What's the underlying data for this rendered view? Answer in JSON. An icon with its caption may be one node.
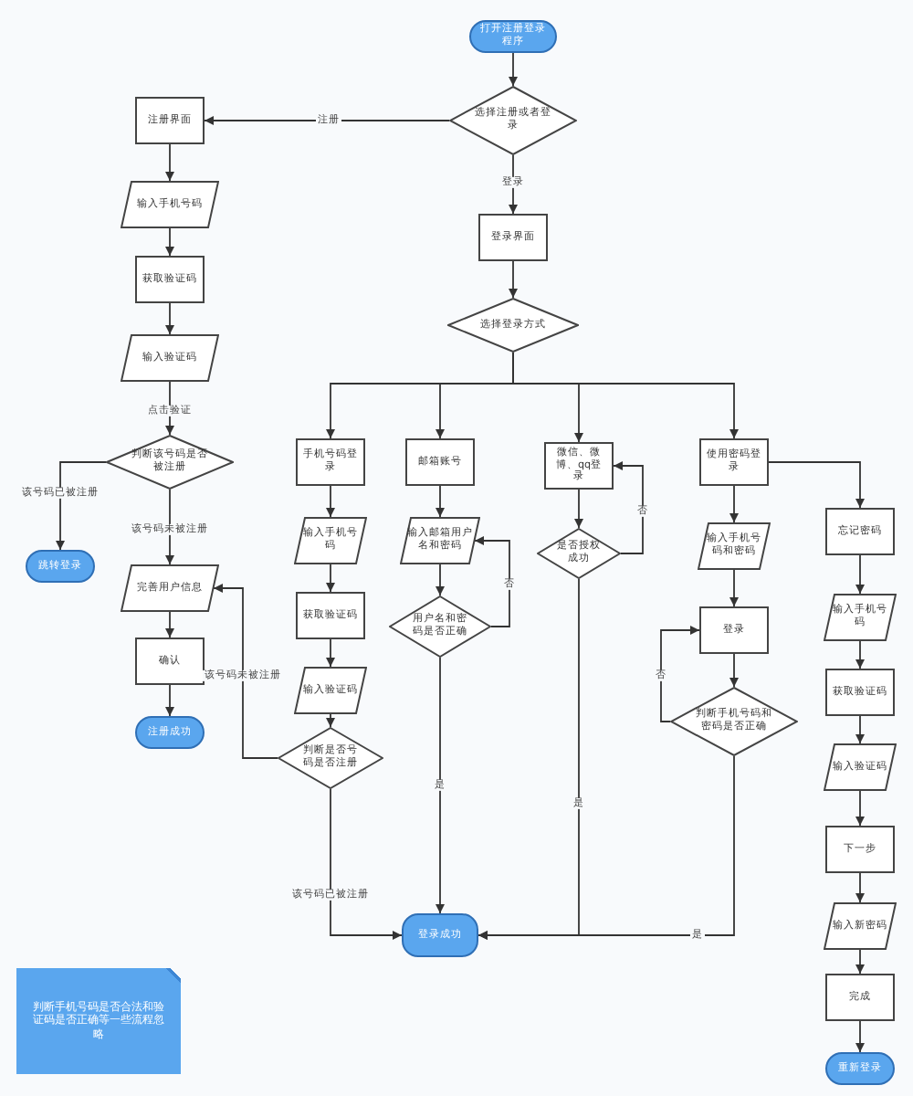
{
  "diagram": {
    "nodes": [
      {
        "text": [
          "打开注册登录程序"
        ]
      },
      {
        "text": [
          "选择注册或者登录"
        ]
      },
      {
        "text": [
          "注册界面"
        ]
      },
      {
        "text": [
          "输入手机号码"
        ]
      },
      {
        "text": [
          "获取验证码"
        ]
      },
      {
        "text": [
          "输入验证码"
        ]
      },
      {
        "text": [
          "判断该号码是否被注册"
        ]
      },
      {
        "text": [
          "跳转登录"
        ]
      },
      {
        "text": [
          "完善用户信息"
        ]
      },
      {
        "text": [
          "确认"
        ]
      },
      {
        "text": [
          "注册成功"
        ]
      },
      {
        "text": [
          "登录界面"
        ]
      },
      {
        "text": [
          "选择登录方式"
        ]
      },
      {
        "text": [
          "手机号码登录"
        ]
      },
      {
        "text": [
          "输入手机号码"
        ]
      },
      {
        "text": [
          "获取验证码"
        ]
      },
      {
        "text": [
          "输入验证码"
        ]
      },
      {
        "text": [
          "判断是否号码是否注册"
        ]
      },
      {
        "text": [
          "邮箱账号"
        ]
      },
      {
        "text": [
          "输入邮箱用户名和密码"
        ]
      },
      {
        "text": [
          "用户名和密码是否正确"
        ]
      },
      {
        "text": [
          "微信、微博、qq登录"
        ]
      },
      {
        "text": [
          "是否授权成功"
        ]
      },
      {
        "text": [
          "使用密码登录"
        ]
      },
      {
        "text": [
          "输入手机号码和密码"
        ]
      },
      {
        "text": [
          "登录"
        ]
      },
      {
        "text": [
          "判断手机号码和密码是否正确"
        ]
      },
      {
        "text": [
          "忘记密码"
        ]
      },
      {
        "text": [
          "输入手机号码"
        ]
      },
      {
        "text": [
          "获取验证码"
        ]
      },
      {
        "text": [
          "输入验证码"
        ]
      },
      {
        "text": [
          "下一步"
        ]
      },
      {
        "text": [
          "输入新密码"
        ]
      },
      {
        "text": [
          "完成"
        ]
      },
      {
        "text": [
          "重新登录"
        ]
      },
      {
        "text": [
          "登录成功"
        ]
      },
      {
        "text": [
          "判断手机号码是否合法和验证码是否正确等一些流程忽略"
        ]
      }
    ],
    "edges": [
      {
        "from": 0,
        "to": 1,
        "arrow": "to"
      },
      {
        "from": 1,
        "to": 2,
        "arrow": "to",
        "label": "注册"
      },
      {
        "from": 1,
        "to": 11,
        "arrow": "to",
        "label": "登录"
      },
      {
        "from": 2,
        "to": 3,
        "arrow": "to"
      },
      {
        "from": 3,
        "to": 4,
        "arrow": "to"
      },
      {
        "from": 4,
        "to": 5,
        "arrow": "to"
      },
      {
        "from": 5,
        "to": 6,
        "arrow": "to",
        "label": "点击验证"
      },
      {
        "from": 6,
        "to": 7,
        "arrow": "to",
        "label": "该号码已被注册"
      },
      {
        "from": 6,
        "to": 8,
        "arrow": "to",
        "label": "该号码未被注册"
      },
      {
        "from": 8,
        "to": 9,
        "arrow": "to"
      },
      {
        "from": 9,
        "to": 10,
        "arrow": "to"
      },
      {
        "from": 11,
        "to": 12,
        "arrow": "to"
      },
      {
        "from": 12,
        "to": 13,
        "arrow": "to"
      },
      {
        "from": 12,
        "to": 18,
        "arrow": "to"
      },
      {
        "from": 12,
        "to": 21,
        "arrow": "to"
      },
      {
        "from": 12,
        "to": 23,
        "arrow": "to"
      },
      {
        "from": 13,
        "to": 14,
        "arrow": "to"
      },
      {
        "from": 14,
        "to": 15,
        "arrow": "to"
      },
      {
        "from": 15,
        "to": 16,
        "arrow": "to"
      },
      {
        "from": 16,
        "to": 17,
        "arrow": "to"
      },
      {
        "from": 17,
        "to": 8,
        "arrow": "to",
        "label": "该号码未被注册"
      },
      {
        "from": 17,
        "to": 35,
        "arrow": "to",
        "label": "该号码已被注册"
      },
      {
        "from": 18,
        "to": 19,
        "arrow": "to"
      },
      {
        "from": 19,
        "to": 20,
        "arrow": "to"
      },
      {
        "from": 20,
        "to": 19,
        "arrow": "to",
        "label": "否"
      },
      {
        "from": 20,
        "to": 35,
        "arrow": "to",
        "label": "是"
      },
      {
        "from": 21,
        "to": 22,
        "arrow": "to"
      },
      {
        "from": 22,
        "to": 21,
        "arrow": "to",
        "label": "否"
      },
      {
        "from": 22,
        "to": 35,
        "arrow": "to",
        "label": "是"
      },
      {
        "from": 23,
        "to": 24,
        "arrow": "to"
      },
      {
        "from": 24,
        "to": 25,
        "arrow": "to"
      },
      {
        "from": 25,
        "to": 26,
        "arrow": "to"
      },
      {
        "from": 26,
        "to": 25,
        "arrow": "to",
        "label": "否"
      },
      {
        "from": 26,
        "to": 35,
        "arrow": "to",
        "label": "是"
      },
      {
        "from": 23,
        "to": 27,
        "arrow": "to"
      },
      {
        "from": 27,
        "to": 28,
        "arrow": "to"
      },
      {
        "from": 28,
        "to": 29,
        "arrow": "to"
      },
      {
        "from": 29,
        "to": 30,
        "arrow": "to"
      },
      {
        "from": 30,
        "to": 31,
        "arrow": "to"
      },
      {
        "from": 31,
        "to": 32,
        "arrow": "to"
      },
      {
        "from": 32,
        "to": 33,
        "arrow": "to"
      },
      {
        "from": 33,
        "to": 34,
        "arrow": "to"
      }
    ]
  }
}
